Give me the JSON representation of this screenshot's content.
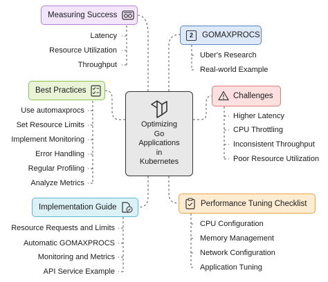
{
  "center": {
    "title": "Optimizing\nGo\nApplications\nin\nKubernetes",
    "icon": "google-kubernetes-icon"
  },
  "measuring": {
    "title": "Measuring Success",
    "icon": "dashboard-icon",
    "items": [
      "Latency",
      "Resource Utilization",
      "Throughput"
    ]
  },
  "gomaxprocs": {
    "title": "GOMAXPROCS",
    "icon": "number-two-icon",
    "icon_text": "2",
    "items": [
      "Uber's Research",
      "Real-world Example"
    ]
  },
  "best_practices": {
    "title": "Best Practices",
    "icon": "checklist-icon",
    "items": [
      "Use automaxprocs",
      "Set Resource Limits",
      "Implement Monitoring",
      "Error Handling",
      "Regular Profiling",
      "Analyze Metrics"
    ]
  },
  "challenges": {
    "title": "Challenges",
    "icon": "warning-icon",
    "items": [
      "Higher Latency",
      "CPU Throttling",
      "Inconsistent Throughput",
      "Poor Resource Utilization"
    ]
  },
  "implementation": {
    "title": "Implementation Guide",
    "icon": "document-check-icon",
    "items": [
      "Resource Requests and Limits",
      "Automatic GOMAXPROCS",
      "Monitoring and Metrics",
      "API Service Example"
    ]
  },
  "tuning": {
    "title": "Performance Tuning Checklist",
    "icon": "clipboard-check-icon",
    "items": [
      "CPU Configuration",
      "Memory Management",
      "Network Configuration",
      "Application Tuning"
    ]
  },
  "colors": {
    "purple_bg": "#f3e6fb",
    "purple_border": "#b77fd8",
    "blue_bg": "#dde8f8",
    "blue_border": "#5b84c6",
    "green_bg": "#e9f4d6",
    "green_border": "#8cc04f",
    "red_bg": "#fbe0df",
    "red_border": "#e07b77",
    "cyan_bg": "#dcf1f6",
    "cyan_border": "#5ab8cf",
    "orange_bg": "#fdebd2",
    "orange_border": "#e8a545",
    "connector": "#555555"
  }
}
